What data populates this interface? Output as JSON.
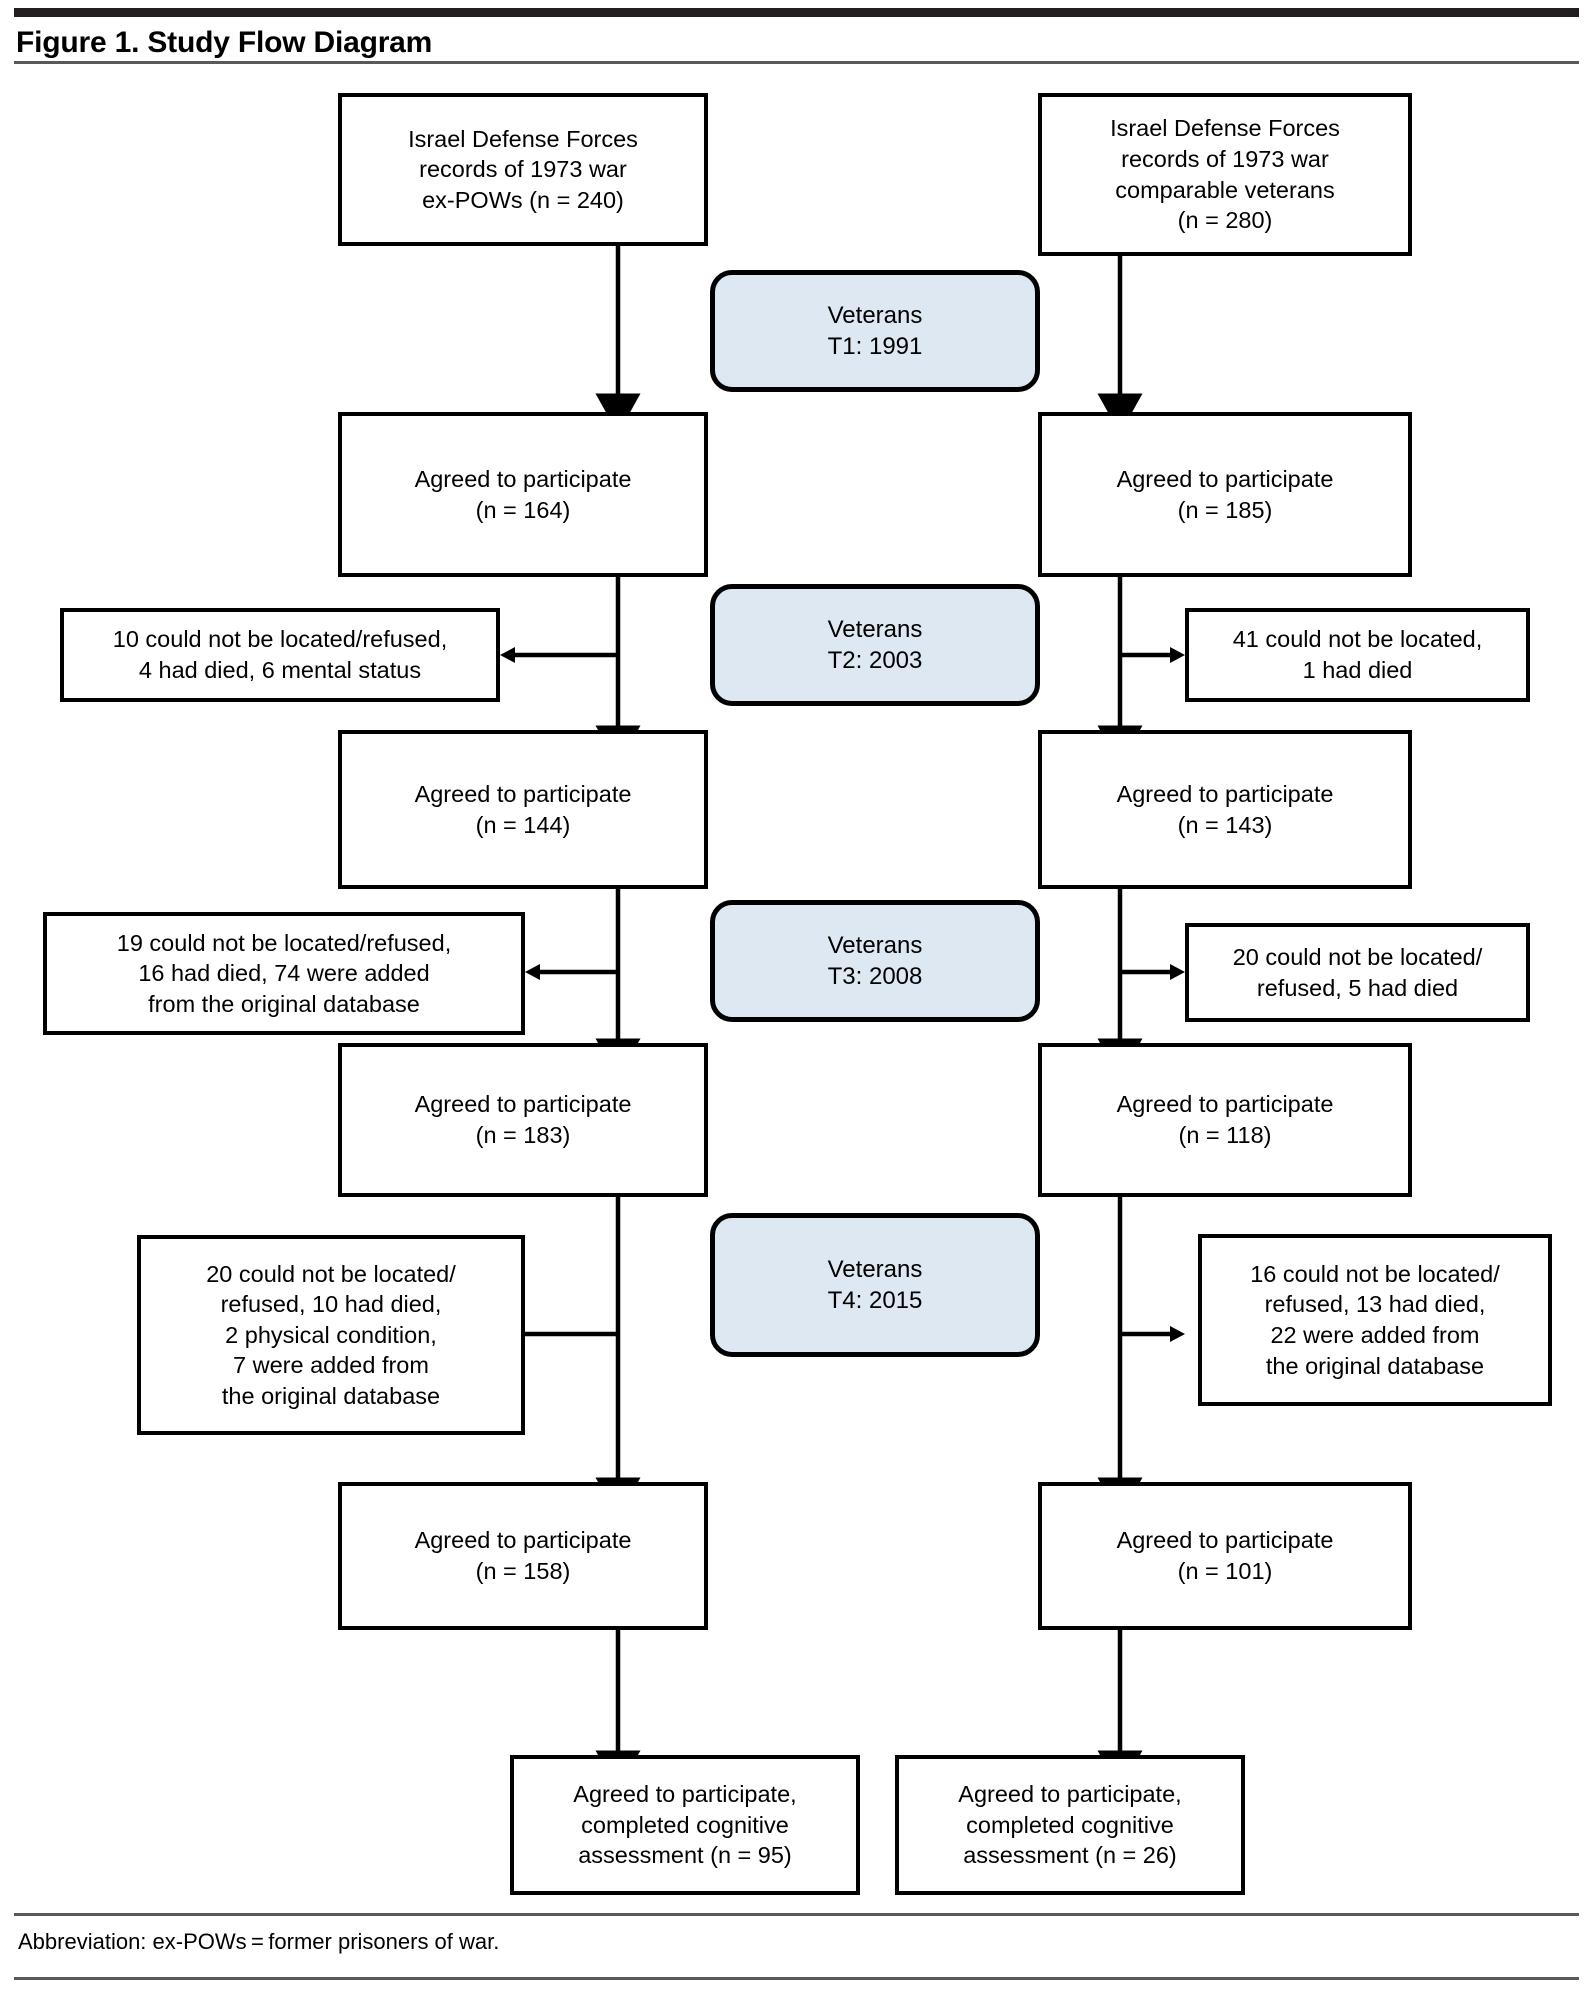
{
  "figure": {
    "title": "Figure 1. Study Flow Diagram",
    "footnote": "Abbreviation: ex-POWs = former prisoners of war."
  },
  "colors": {
    "phase_fill": "#dde8f2",
    "stroke": "#000000",
    "rule_thick": "#231f20",
    "rule_thin": "#58595b",
    "page_background": "#ffffff"
  },
  "chart_data": {
    "type": "flowchart",
    "title": "Figure 1. Study Flow Diagram",
    "columns": [
      "ex-POWs",
      "comparable veterans"
    ],
    "phases": [
      "T1: 1991",
      "T2: 2003",
      "T3: 2008",
      "T4: 2015"
    ],
    "left_counts": [
      240,
      164,
      144,
      183,
      158,
      95
    ],
    "right_counts": [
      280,
      185,
      143,
      118,
      101,
      26
    ]
  },
  "nodes": {
    "left_source": {
      "line1": "Israel Defense Forces",
      "line2": "records of 1973 war",
      "line3": "ex-POWs (n = 240)"
    },
    "right_source": {
      "line1": "Israel Defense Forces",
      "line2": "records of 1973 war",
      "line3": "comparable veterans",
      "line4": "(n = 280)"
    },
    "left_t1": {
      "line1": "Agreed to participate",
      "line2": "(n = 164)"
    },
    "right_t1": {
      "line1": "Agreed to participate",
      "line2": "(n = 185)"
    },
    "left_t2": {
      "line1": "Agreed to participate",
      "line2": "(n = 144)"
    },
    "right_t2": {
      "line1": "Agreed to participate",
      "line2": "(n = 143)"
    },
    "left_t3": {
      "line1": "Agreed to participate",
      "line2": "(n = 183)"
    },
    "right_t3": {
      "line1": "Agreed to participate",
      "line2": "(n = 118)"
    },
    "left_t4": {
      "line1": "Agreed to participate",
      "line2": "(n = 158)"
    },
    "right_t4": {
      "line1": "Agreed to participate",
      "line2": "(n = 101)"
    },
    "left_final": {
      "line1": "Agreed to participate,",
      "line2": "completed cognitive",
      "line3": "assessment (n = 95)"
    },
    "right_final": {
      "line1": "Agreed to participate,",
      "line2": "completed cognitive",
      "line3": "assessment (n = 26)"
    }
  },
  "phases": {
    "t1": {
      "line1": "Veterans",
      "line2": "T1: 1991"
    },
    "t2": {
      "line1": "Veterans",
      "line2": "T2: 2003"
    },
    "t3": {
      "line1": "Veterans",
      "line2": "T3: 2008"
    },
    "t4": {
      "line1": "Veterans",
      "line2": "T4: 2015"
    }
  },
  "attrition": {
    "left_t2": {
      "line1": "10 could not be located/refused,",
      "line2": "4 had died, 6 mental status"
    },
    "right_t2": {
      "line1": "41 could not be located,",
      "line2": "1 had died"
    },
    "left_t3": {
      "line1": "19 could not be located/refused,",
      "line2": "16 had died, 74 were added",
      "line3": "from the original database"
    },
    "right_t3": {
      "line1": "20 could not be located/",
      "line2": "refused, 5 had died"
    },
    "left_t4": {
      "line1": "20 could not be located/",
      "line2": "refused, 10 had died,",
      "line3": "2 physical condition,",
      "line4": "7 were added from",
      "line5": "the original database"
    },
    "right_t4": {
      "line1": "16 could not be located/",
      "line2": "refused, 13 had died,",
      "line3": "22 were added from",
      "line4": "the original database"
    }
  }
}
